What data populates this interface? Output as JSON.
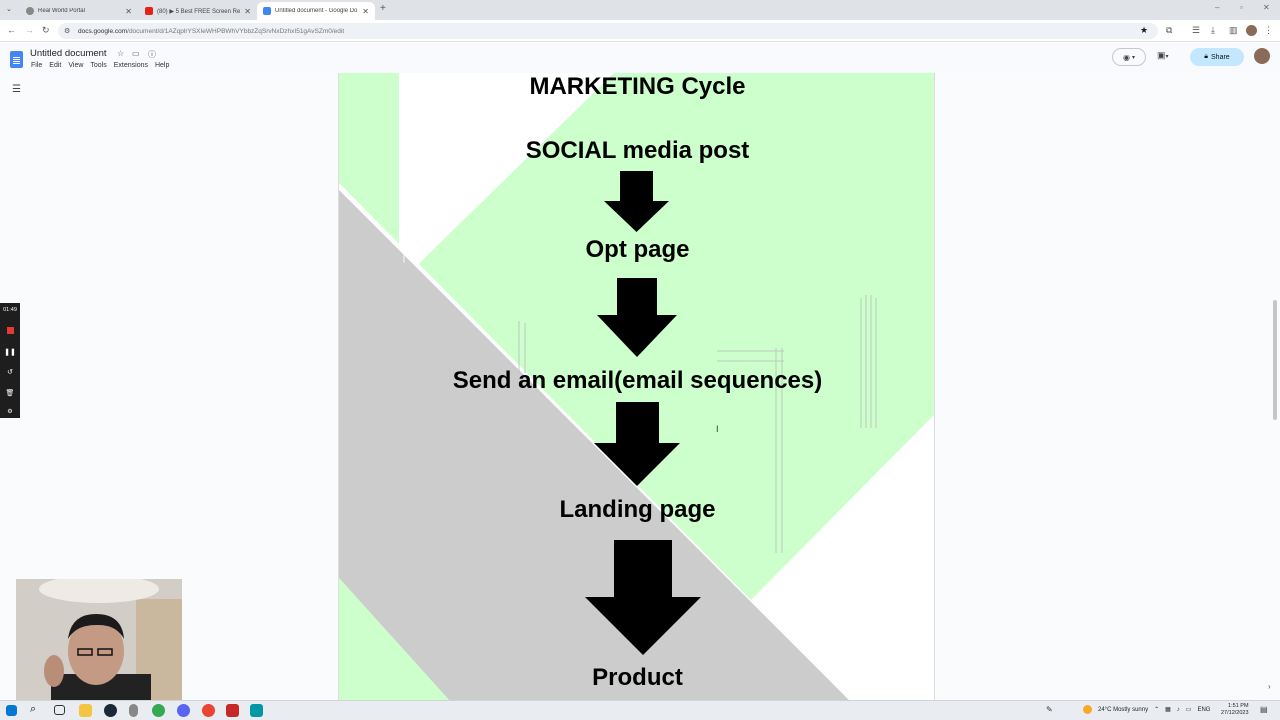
{
  "browser": {
    "tabs": [
      {
        "title": "Real World Portal",
        "icon": "real-world-portal-icon",
        "active": false
      },
      {
        "title": "(80) ▶ 5 Best FREE Screen Rec...",
        "icon": "youtube-icon",
        "active": false
      },
      {
        "title": "Untitled document - Google Do...",
        "icon": "google-docs-icon",
        "active": true
      }
    ],
    "url_host": "docs.google.com",
    "url_path": "/document/d/1AZqplrYSXIeWHPBWhVYbbzZqSrvNxDzhxI51gAvSZm0/edit"
  },
  "docs": {
    "title": "Untitled document",
    "menus": [
      "File",
      "Edit",
      "View",
      "Tools",
      "Extensions",
      "Help"
    ],
    "share_label": "Share"
  },
  "document": {
    "heading": "MARKETING Cycle",
    "steps": [
      "SOCIAL media post",
      "Opt page",
      "Send an email(email sequences)",
      "Landing page",
      "Product"
    ]
  },
  "recorder": {
    "timer": "01:49"
  },
  "taskbar": {
    "weather": "24°C  Mostly sunny",
    "language": "ENG",
    "time": "1:51 PM",
    "date": "27/12/2023"
  },
  "colors": {
    "light_green": "#ccffcc",
    "gray": "#cccccc",
    "share_button": "#c2e7ff",
    "docs_blue": "#4285f4"
  }
}
